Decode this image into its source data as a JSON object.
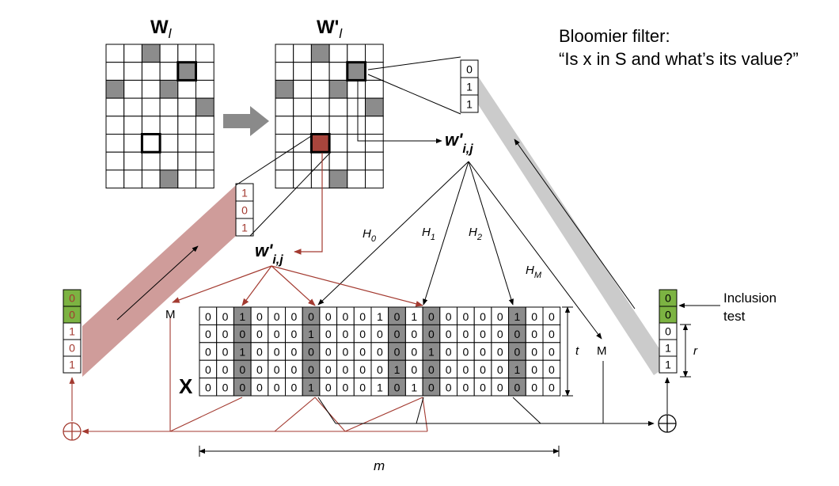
{
  "title": {
    "line1": "Bloomier filter:",
    "line2": "“Is x in S and what’s its value?”"
  },
  "labels": {
    "w_left_base": "W",
    "w_left_sub": "l",
    "w_right_base": "W",
    "w_right_prime": "'",
    "w_right_sub": "l",
    "wij_base": "w",
    "wij_prime": "'",
    "wij_sub": "i,j",
    "H0_base": "H",
    "H0_sub": "0",
    "H1_base": "H",
    "H1_sub": "1",
    "H2_base": "H",
    "H2_sub": "2",
    "HM_base": "H",
    "HM_sub": "M",
    "M_left": "M",
    "M_right": "M",
    "X": "X",
    "t": "t",
    "r": "r",
    "m": "m",
    "inclusion_line1": "Inclusion",
    "inclusion_line2": "test"
  },
  "colors": {
    "dark_red": "#a33a30",
    "red_fill": "#a8453c",
    "red_band": "#cf9c9a",
    "grey_band": "#cbcbcb",
    "cell_grey": "#8c8c8c",
    "green": "#7cb342"
  },
  "matrix_W": {
    "rows": 8,
    "cols": 6,
    "shaded": [
      [
        0,
        2
      ],
      [
        2,
        0
      ],
      [
        2,
        3
      ],
      [
        3,
        5
      ],
      [
        7,
        3
      ]
    ],
    "highlight_grey": [
      1,
      4
    ],
    "highlight_outline": [
      5,
      2
    ]
  },
  "matrix_Wp": {
    "rows": 8,
    "cols": 6,
    "shaded": [
      [
        0,
        2
      ],
      [
        2,
        0
      ],
      [
        2,
        3
      ],
      [
        3,
        5
      ],
      [
        7,
        3
      ]
    ],
    "highlight_grey": [
      1,
      4
    ],
    "highlight_red": [
      5,
      2
    ]
  },
  "stack_top": [
    "0",
    "1",
    "1"
  ],
  "stack_mid": [
    "1",
    "0",
    "1"
  ],
  "stack_left": [
    {
      "v": "0",
      "green": true,
      "red": true
    },
    {
      "v": "0",
      "green": true,
      "red": true
    },
    {
      "v": "1",
      "green": false,
      "red": true
    },
    {
      "v": "0",
      "green": false,
      "red": true
    },
    {
      "v": "1",
      "green": false,
      "red": true
    }
  ],
  "stack_right": [
    {
      "v": "0",
      "green": true
    },
    {
      "v": "0",
      "green": true
    },
    {
      "v": "0",
      "green": false
    },
    {
      "v": "1",
      "green": false
    },
    {
      "v": "1",
      "green": false
    }
  ],
  "table_X": {
    "shaded_cols": [
      2,
      6,
      11,
      13,
      18
    ],
    "rows": [
      [
        "0",
        "0",
        "1",
        "0",
        "0",
        "0",
        "0",
        "0",
        "0",
        "0",
        "1",
        "0",
        "1",
        "0",
        "0",
        "0",
        "0",
        "0",
        "1",
        "0",
        "0"
      ],
      [
        "0",
        "0",
        "0",
        "0",
        "0",
        "0",
        "1",
        "0",
        "0",
        "0",
        "0",
        "0",
        "0",
        "0",
        "0",
        "0",
        "0",
        "0",
        "0",
        "0",
        "0"
      ],
      [
        "0",
        "0",
        "1",
        "0",
        "0",
        "0",
        "0",
        "0",
        "0",
        "0",
        "0",
        "0",
        "0",
        "1",
        "0",
        "0",
        "0",
        "0",
        "0",
        "0",
        "0"
      ],
      [
        "0",
        "0",
        "0",
        "0",
        "0",
        "0",
        "0",
        "0",
        "0",
        "0",
        "0",
        "1",
        "0",
        "0",
        "0",
        "0",
        "0",
        "0",
        "1",
        "0",
        "0"
      ],
      [
        "0",
        "0",
        "0",
        "0",
        "0",
        "0",
        "1",
        "0",
        "0",
        "0",
        "1",
        "0",
        "1",
        "0",
        "0",
        "0",
        "0",
        "0",
        "0",
        "0",
        "0"
      ]
    ]
  }
}
